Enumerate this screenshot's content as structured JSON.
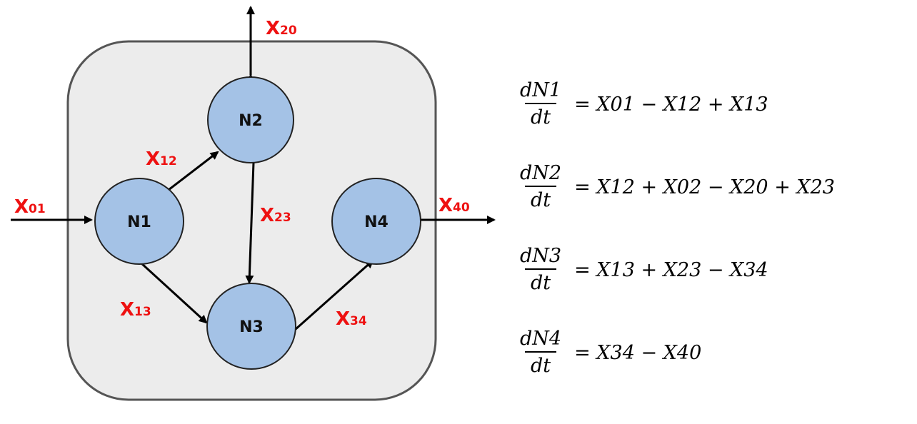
{
  "nodes": {
    "n1": "N1",
    "n2": "N2",
    "n3": "N3",
    "n4": "N4"
  },
  "flows": {
    "x01": {
      "main": "X",
      "sub": "01"
    },
    "x20": {
      "main": "X",
      "sub": "20"
    },
    "x12": {
      "main": "X",
      "sub": "12"
    },
    "x13": {
      "main": "X",
      "sub": "13"
    },
    "x23": {
      "main": "X",
      "sub": "23"
    },
    "x34": {
      "main": "X",
      "sub": "34"
    },
    "x40": {
      "main": "X",
      "sub": "40"
    }
  },
  "equations": [
    {
      "num": "dN1",
      "den": "dt",
      "rhs": "= X01 − X12 + X13"
    },
    {
      "num": "dN2",
      "den": "dt",
      "rhs": "= X12 + X02 − X20 + X23"
    },
    {
      "num": "dN3",
      "den": "dt",
      "rhs": "= X13 + X23 − X34"
    },
    {
      "num": "dN4",
      "den": "dt",
      "rhs": "= X34 − X40"
    }
  ],
  "colors": {
    "box_fill": "#ececec",
    "box_stroke": "#555555",
    "node_fill": "#a4c2e6",
    "node_stroke": "#222222",
    "flow_label": "#ee1111",
    "arrow": "#000000"
  }
}
